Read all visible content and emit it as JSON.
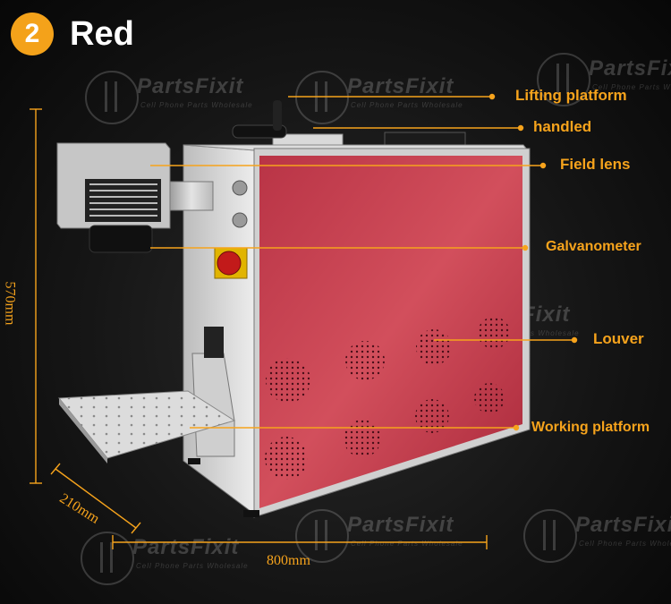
{
  "header": {
    "badge_number": "2",
    "color_name": "Red"
  },
  "watermark": {
    "brand": "PartsFixit",
    "tagline": "Cell Phone Parts Wholesale"
  },
  "callouts": {
    "lifting_platform": "Lifting platform",
    "handled": "handled",
    "field_lens": "Field lens",
    "galvanometer": "Galvanometer",
    "louver": "Louver",
    "working_platform": "Working platform"
  },
  "dimensions": {
    "height": "570mm",
    "depth": "210mm",
    "width": "800mm"
  },
  "colors": {
    "accent": "#f6a31c",
    "panel_red": "#c63f4f",
    "badge": "#f4a21a"
  }
}
